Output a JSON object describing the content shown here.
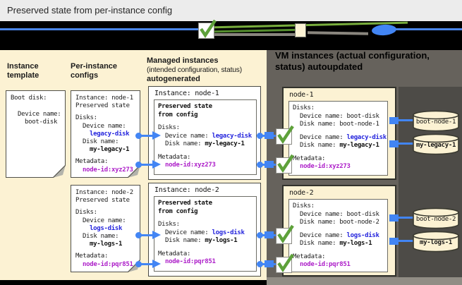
{
  "window": {
    "title": "Preserved state from per-instance config"
  },
  "headers": {
    "instance_template_1": "Instance",
    "instance_template_2": "template",
    "per_instance_1": "Per-instance",
    "per_instance_2": "configs",
    "managed_1": "Managed instances",
    "managed_2": "(intended configuration, status)",
    "managed_3": "autogenerated",
    "vm_panel_1": "VM instances (actual configuration,",
    "vm_panel_2": "status) autoupdated"
  },
  "template_doc": {
    "boot_disk_label": "Boot disk:",
    "device_label": "Device name:",
    "device_value": "boot-disk"
  },
  "per_instance_configs": [
    {
      "instance": "Instance: node-1",
      "preserved": "Preserved state",
      "disks_label": "Disks:",
      "device_label": "Device name:",
      "device_value": "legacy-disk",
      "disk_label": "Disk name:",
      "disk_value": "my-legacy-1",
      "metadata_label": "Metadata:",
      "metadata_value": "node-id:xyz273"
    },
    {
      "instance": "Instance: node-2",
      "preserved": "Preserved state",
      "disks_label": "Disks:",
      "device_label": "Device name:",
      "device_value": "logs-disk",
      "disk_label": "Disk name:",
      "disk_value": "my-logs-1",
      "metadata_label": "Metadata:",
      "metadata_value": "node-id:pqr851"
    }
  ],
  "managed_instances": [
    {
      "title": "Instance: node-1",
      "preserved_1": "Preserved state",
      "preserved_2": "from config",
      "disks_label": "Disks:",
      "device_label": "Device name:",
      "device_value": "legacy-disk",
      "disk_label": "Disk name:",
      "disk_value": "my-legacy-1",
      "metadata_label": "Metadata:",
      "metadata_value": "node-id:xyz273"
    },
    {
      "title": "Instance: node-2",
      "preserved_1": "Preserved state",
      "preserved_2": "from config",
      "disks_label": "Disks:",
      "device_label": "Device name:",
      "device_value": "logs-disk",
      "disk_label": "Disk name:",
      "disk_value": "my-logs-1",
      "metadata_label": "Metadata:",
      "metadata_value": "node-id:pqr851"
    }
  ],
  "vm_instances": [
    {
      "name": "node-1",
      "disks_label": "Disks:",
      "boot_device": "Device name: boot-disk",
      "boot_disk": "Disk name: boot-node-1",
      "device_label": "Device name:",
      "device_value": "legacy-disk",
      "disk_label": "Disk name:",
      "disk_value": "my-legacy-1",
      "metadata_label": "Metadata:",
      "metadata_value": "node-id:xyz273",
      "disk_cylinders": [
        "boot-node-1",
        "my-legacy-1"
      ]
    },
    {
      "name": "node-2",
      "disks_label": "Disks:",
      "boot_device": "Device name: boot-disk",
      "boot_disk": "Disk name: boot-node-2",
      "device_label": "Device name:",
      "device_value": "logs-disk",
      "disk_label": "Disk name:",
      "disk_value": "my-logs-1",
      "metadata_label": "Metadata:",
      "metadata_value": "node-id:pqr851",
      "disk_cylinders": [
        "boot-node-2",
        "my-logs-1"
      ]
    }
  ],
  "colors": {
    "accent_blue": "#4285f4",
    "code_blue": "#2424dd",
    "code_magenta": "#ad1fc9",
    "check_green": "#5ea13a",
    "panel_beige": "#fcf2d3",
    "panel_gray": "#66625c",
    "panel_dark": "#4d4b47",
    "band_black": "#000000"
  }
}
